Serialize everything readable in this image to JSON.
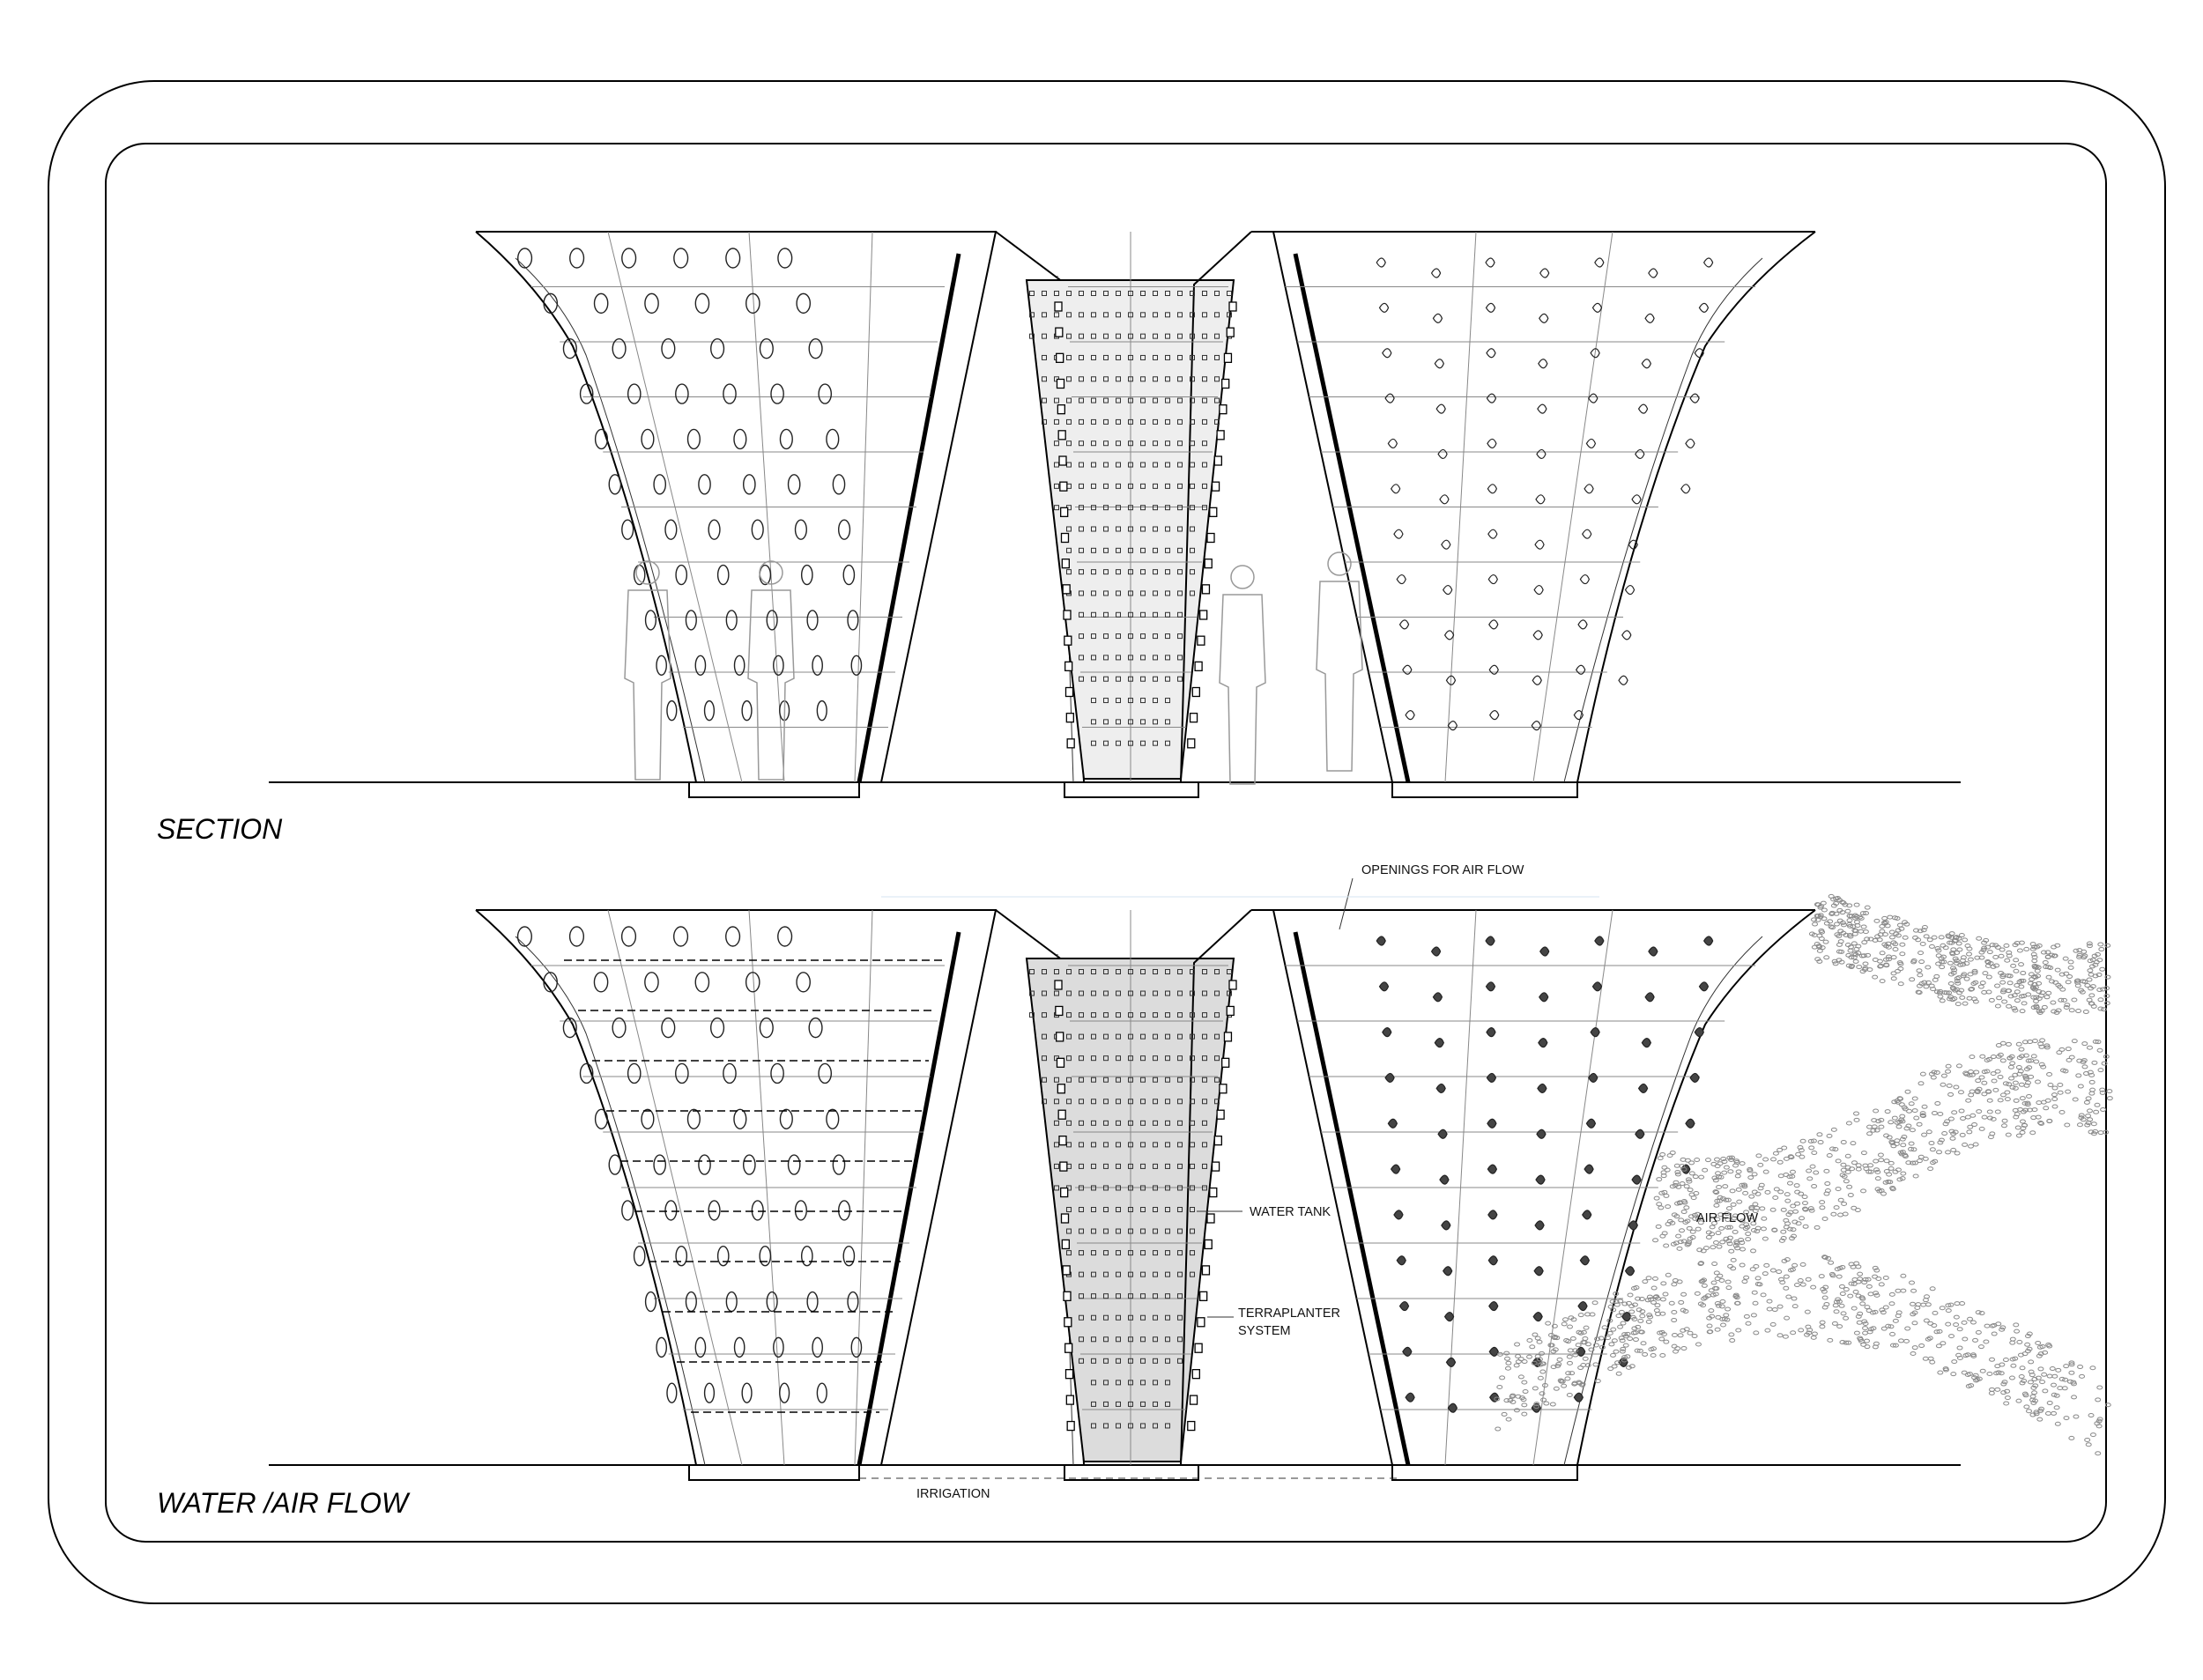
{
  "labels": {
    "section": "SECTION",
    "water_air_flow": "WATER /AIR FLOW",
    "openings_for_air_flow": "OPENINGS FOR AIR FLOW",
    "water_tank": "WATER TANK",
    "terraplanter_line1": "TERRAPLANTER",
    "terraplanter_line2": "SYSTEM",
    "air_flow": "AIR FLOW",
    "irrigation": "IRRIGATION"
  },
  "colors": {
    "line": "#000000",
    "tank_fill": "#eeeeee",
    "air_flow_dots": "#9a9a9a",
    "figures": "#9a9a9a"
  }
}
